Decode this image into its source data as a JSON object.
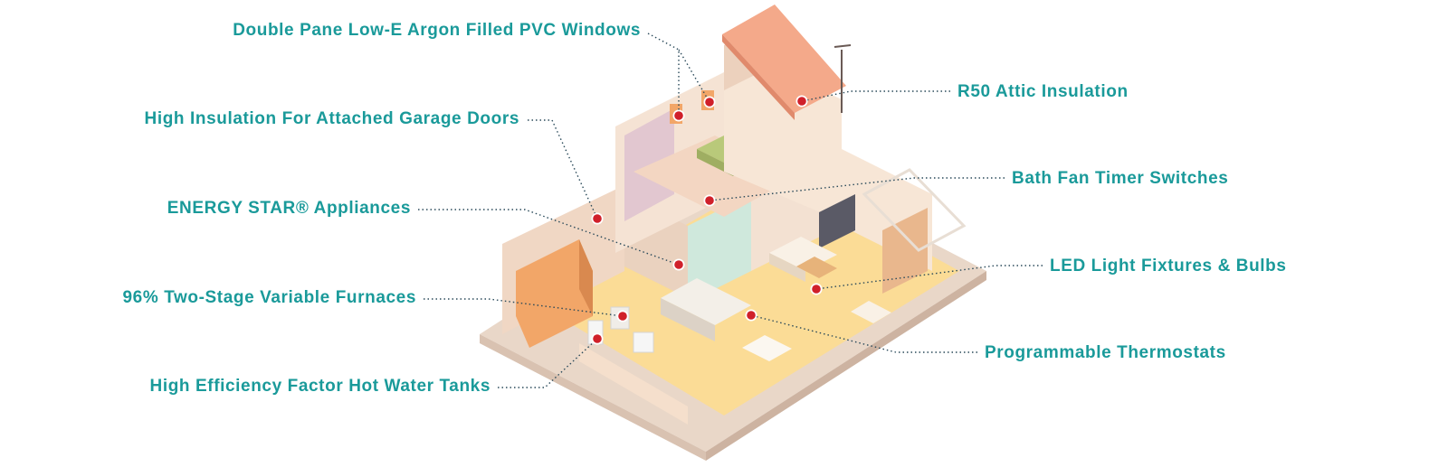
{
  "colors": {
    "label_text": "#1a9a9a",
    "marker": "#d0202a",
    "leader_line": "#2a4a5a",
    "roof": "#f4a98a",
    "wall_light": "#f7e6d6",
    "wall_shade": "#ecd1bd",
    "floor": "#fbdc96",
    "garage_door": "#f2a668",
    "bed_green": "#b9c97a",
    "kitchen_teal": "#cfe8dc"
  },
  "features": {
    "left": [
      {
        "id": "windows",
        "label": "Double Pane Low-E Argon Filled PVC Windows"
      },
      {
        "id": "garage-doors",
        "label": "High Insulation For Attached Garage Doors"
      },
      {
        "id": "appliances",
        "label": "ENERGY STAR® Appliances"
      },
      {
        "id": "furnaces",
        "label": "96% Two-Stage Variable Furnaces"
      },
      {
        "id": "hot-water",
        "label": "High Efficiency Factor Hot Water Tanks"
      }
    ],
    "right": [
      {
        "id": "attic",
        "label": "R50 Attic Insulation"
      },
      {
        "id": "bath-fan",
        "label": "Bath Fan Timer Switches"
      },
      {
        "id": "led",
        "label": "LED Light Fixtures & Bulbs"
      },
      {
        "id": "thermostats",
        "label": "Programmable Thermostats"
      }
    ]
  }
}
